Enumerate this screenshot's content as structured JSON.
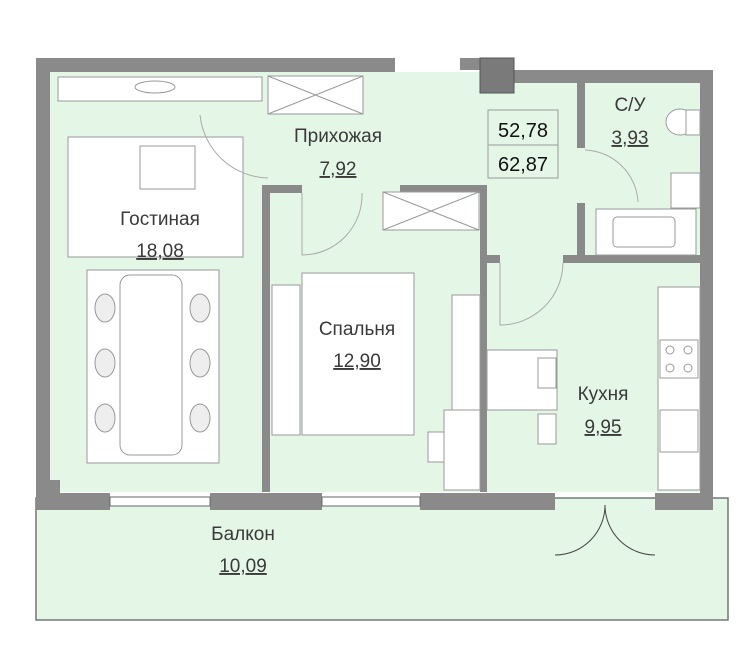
{
  "plan": {
    "totals": {
      "living_area": "52,78",
      "total_area": "62,87"
    },
    "rooms": [
      {
        "name": "Гостиная",
        "area": "18,08"
      },
      {
        "name": "Прихожая",
        "area": "7,92"
      },
      {
        "name": "Спальня",
        "area": "12,90"
      },
      {
        "name": "Кухня",
        "area": "9,95"
      },
      {
        "name": "С/У",
        "area": "3,93"
      },
      {
        "name": "Балкон",
        "area": "10,09"
      }
    ],
    "colors": {
      "floor": "#e4f6e6",
      "wall": "#8a8a8a",
      "furniture": "#ffffff"
    }
  }
}
